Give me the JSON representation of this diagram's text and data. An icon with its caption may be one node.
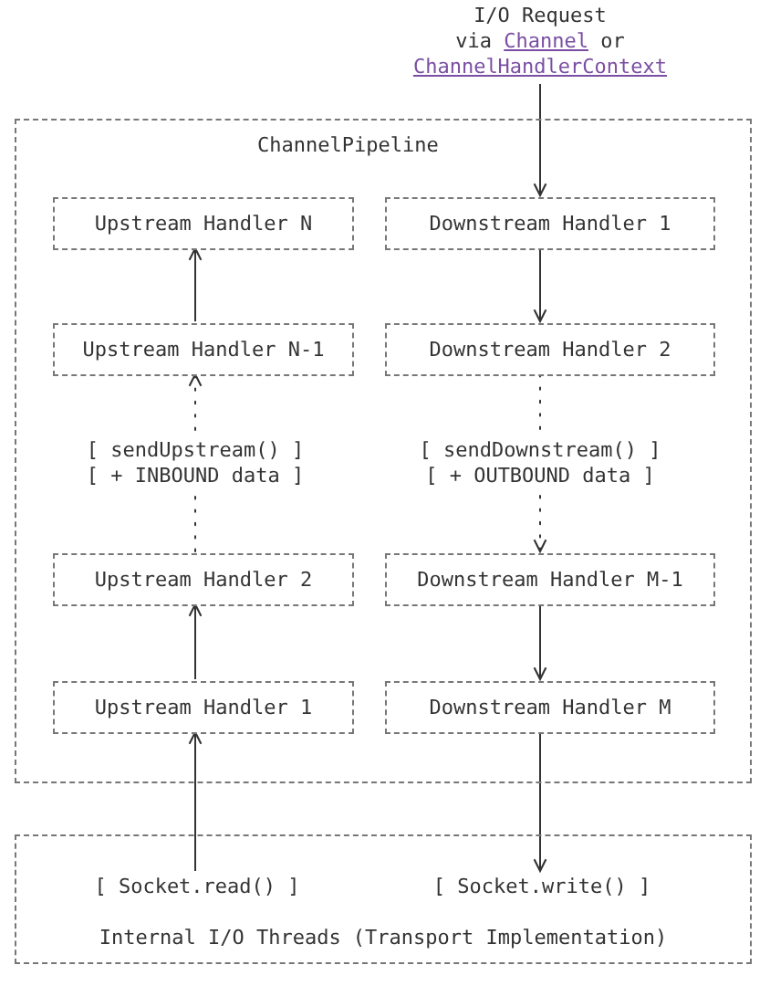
{
  "diagram": {
    "nodes": [
      {
        "text": [
          "I/O Request",
          "via *Channel* or *ChannelHandlerContext*"
        ]
      },
      {
        "text": [
          "ChannelPipeline"
        ]
      },
      {
        "text": [
          "Upstream Handler N"
        ],
        "in": 1
      },
      {
        "text": [
          "Downstream Handler 1"
        ],
        "in": 1
      },
      {
        "text": [
          "Upstream Handler N-1"
        ],
        "in": 1
      },
      {
        "text": [
          "Downstream Handler 2"
        ],
        "in": 1
      },
      {
        "text": [
          "Upstream Handler 2"
        ],
        "in": 1
      },
      {
        "text": [
          "Downstream Handler M-1"
        ],
        "in": 1
      },
      {
        "text": [
          "Upstream Handler 1"
        ],
        "in": 1
      },
      {
        "text": [
          "Downstream Handler M"
        ],
        "in": 1
      },
      {
        "text": [
          "Internal I/O Threads (Transport Implementation)"
        ]
      },
      {
        "text": [
          "[ Socket.read() ]"
        ],
        "in": 10
      },
      {
        "text": [
          "[ Socket.write() ]"
        ],
        "in": 10
      }
    ],
    "edges": [
      {
        "from": 0,
        "to": 3,
        "arrow": "to"
      },
      {
        "from": 4,
        "to": 2,
        "arrow": "to"
      },
      {
        "from": 3,
        "to": 5,
        "arrow": "to"
      },
      {
        "from": 6,
        "to": 4,
        "arrow": "to",
        "style": "dashed",
        "label": "[ sendUpstream() ] [ + INBOUND data ]"
      },
      {
        "from": 5,
        "to": 7,
        "arrow": "to",
        "style": "dashed",
        "label": "[ sendDownstream() ] [ + OUTBOUND data ]"
      },
      {
        "from": 8,
        "to": 6,
        "arrow": "to"
      },
      {
        "from": 7,
        "to": 9,
        "arrow": "to"
      },
      {
        "from": 11,
        "to": 8,
        "arrow": "to"
      },
      {
        "from": 9,
        "to": 12,
        "arrow": "to"
      }
    ]
  }
}
